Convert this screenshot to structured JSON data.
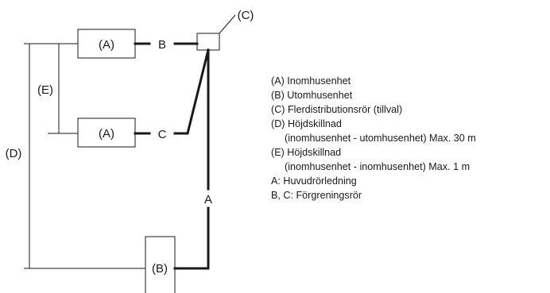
{
  "diagram": {
    "labels": {
      "unit_indoor_top": "(A)",
      "unit_indoor_bottom": "(A)",
      "unit_outdoor": "(B)",
      "branch_pipe": "(C)",
      "height_total": "(D)",
      "height_indoor": "(E)",
      "pipe_b": "B",
      "pipe_c": "C",
      "pipe_a": "A"
    }
  },
  "legend": {
    "items": [
      "(A) Inomhusenhet",
      "(B) Utomhusenhet",
      "(C) Flerdistributionsrör (tillval)",
      "(D) Höjdskillnad",
      "(inomhusenhet - utomhusenhet) Max. 30 m",
      "(E) Höjdskillnad",
      "(inomhusenhet - inomhusenhet) Max. 1 m",
      "A: Huvudrörledning",
      "B, C: Förgreningsrör"
    ]
  }
}
